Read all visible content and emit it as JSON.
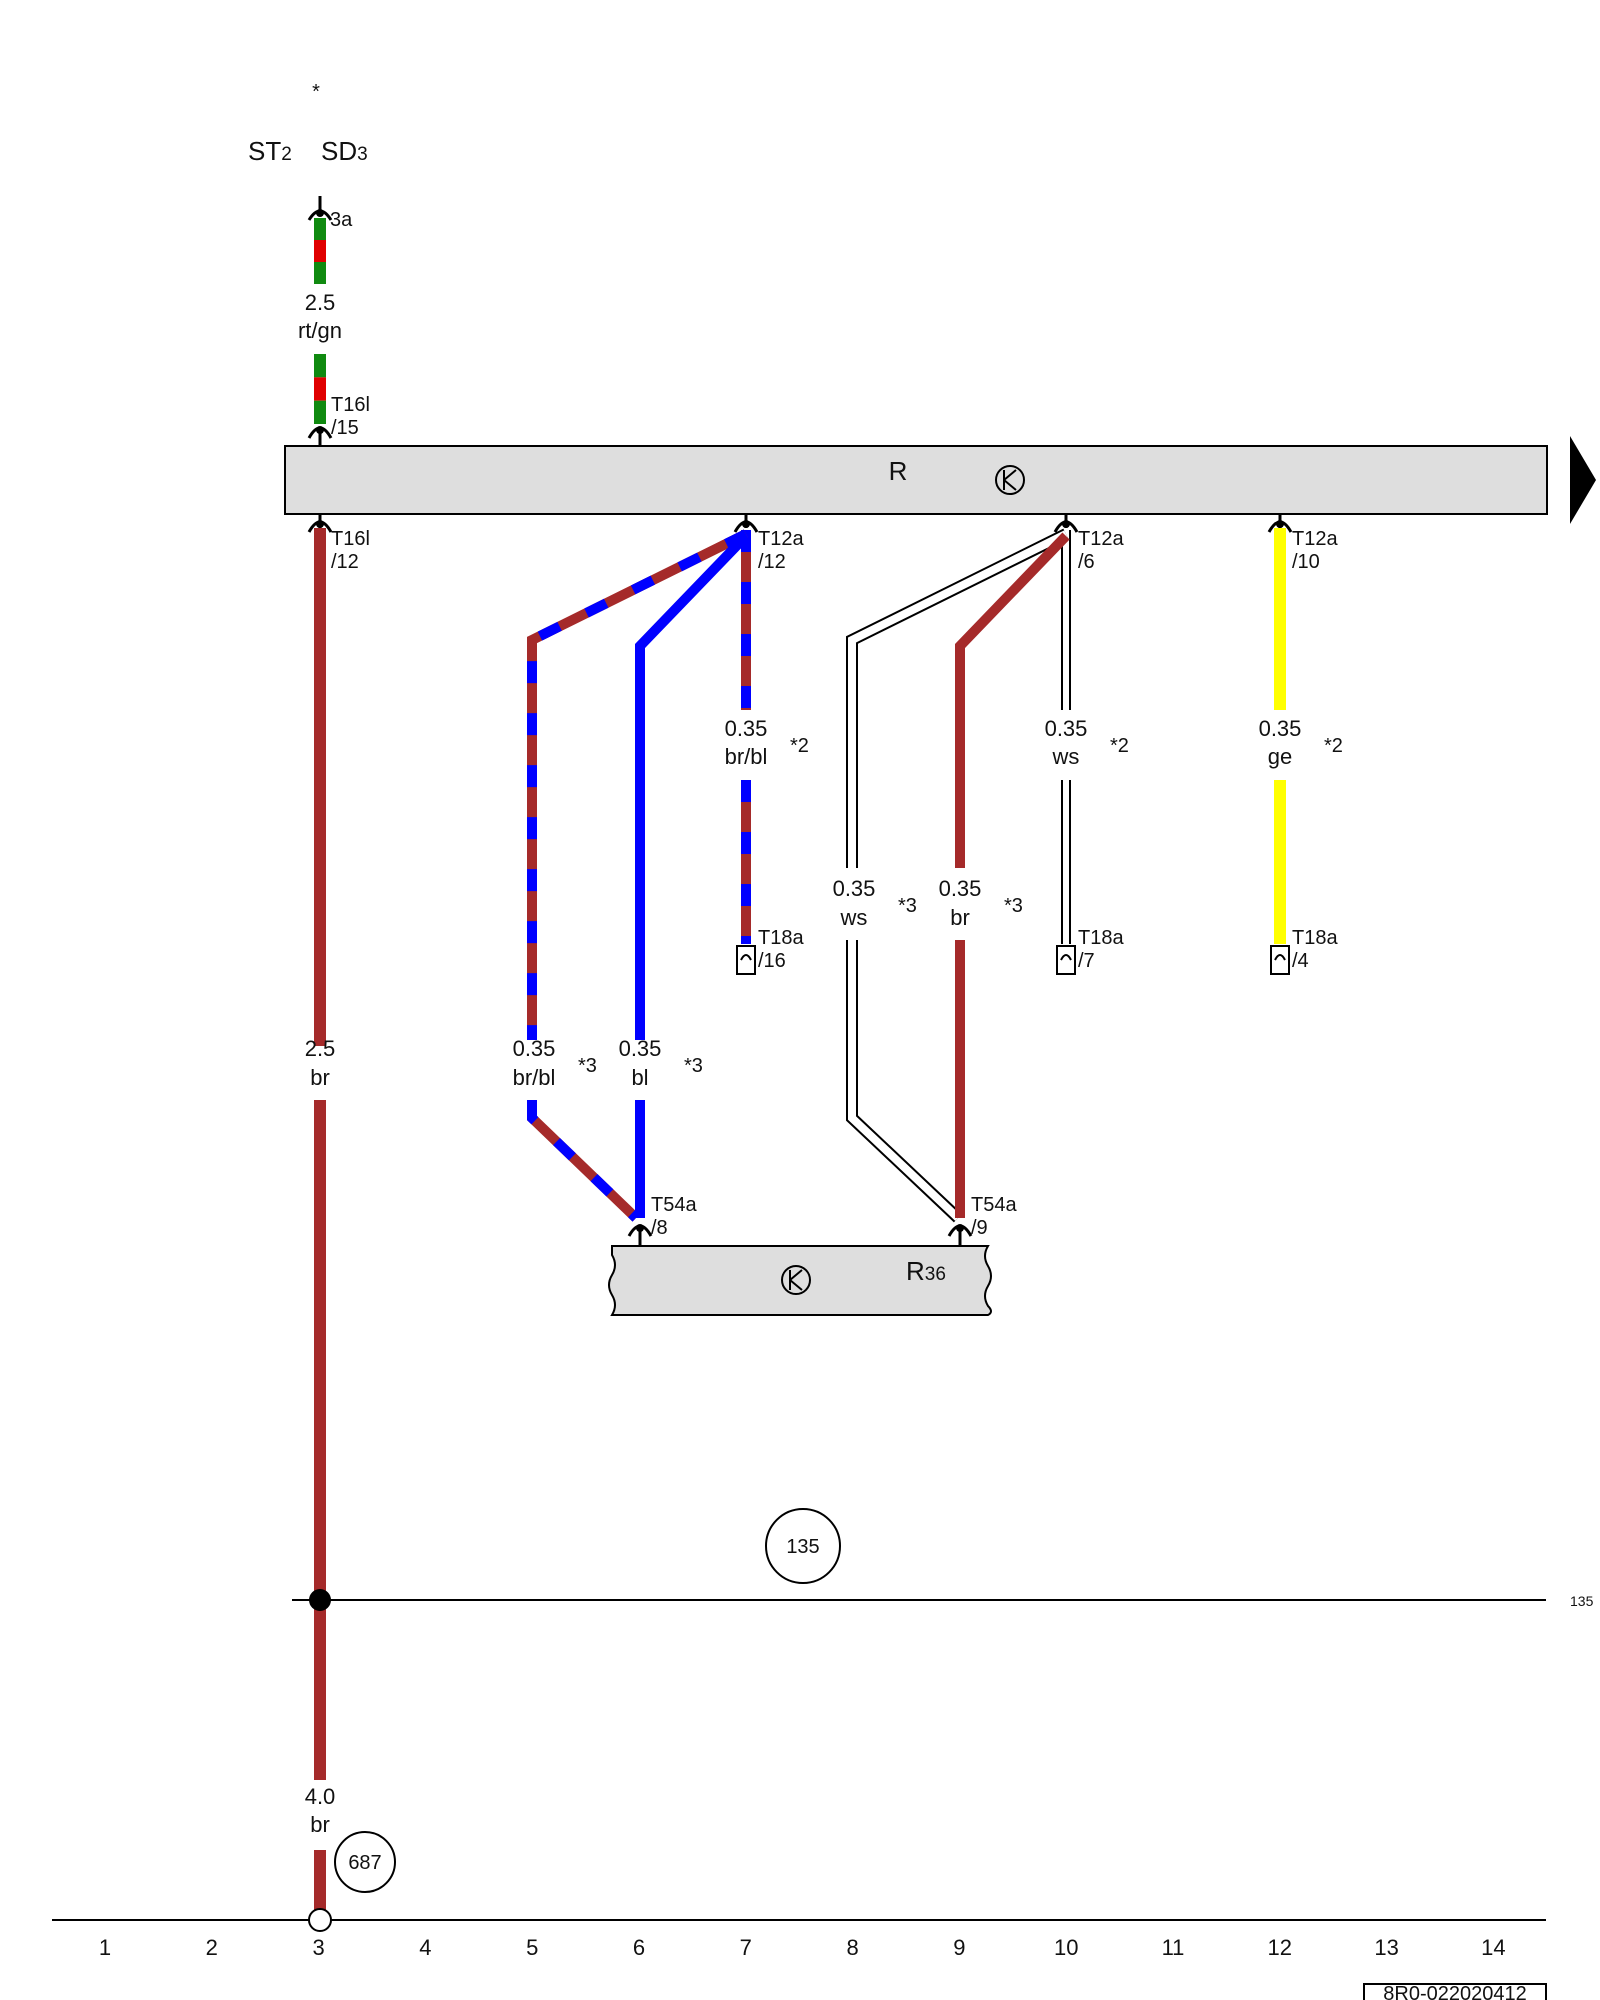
{
  "header": {
    "asterisk": "*",
    "st": "ST",
    "st_sub": "2",
    "sd": "SD",
    "sd_sub": "3",
    "pin_3a": "3a"
  },
  "top_wire": {
    "size": "2.5",
    "color_code": "rt/gn",
    "connector": "T16l",
    "pin": "/15",
    "colors": [
      "#e00000",
      "#108a10"
    ]
  },
  "component_r": {
    "label": "R"
  },
  "component_r36": {
    "label": "R",
    "sub": "36"
  },
  "connectors": {
    "t16l_12": {
      "name": "T16l",
      "pin": "/12"
    },
    "t12a_12": {
      "name": "T12a",
      "pin": "/12"
    },
    "t12a_6": {
      "name": "T12a",
      "pin": "/6"
    },
    "t12a_10": {
      "name": "T12a",
      "pin": "/10"
    },
    "t18a_16": {
      "name": "T18a",
      "pin": "/16"
    },
    "t18a_7": {
      "name": "T18a",
      "pin": "/7"
    },
    "t18a_4": {
      "name": "T18a",
      "pin": "/4"
    },
    "t54a_8": {
      "name": "T54a",
      "pin": "/8"
    },
    "t54a_9": {
      "name": "T54a",
      "pin": "/9"
    }
  },
  "wires": {
    "main_br": {
      "size": "2.5",
      "color_code": "br"
    },
    "w_brbl_12": {
      "size": "0.35",
      "color_code": "br/bl",
      "note": "*2"
    },
    "w_ws_6": {
      "size": "0.35",
      "color_code": "ws",
      "note": "*2"
    },
    "w_ge_10": {
      "size": "0.35",
      "color_code": "ge",
      "note": "*2"
    },
    "w_ws_9": {
      "size": "0.35",
      "color_code": "ws",
      "note": "*3"
    },
    "w_br_9": {
      "size": "0.35",
      "color_code": "br",
      "note": "*3"
    },
    "w_brbl_8": {
      "size": "0.35",
      "color_code": "br/bl",
      "note": "*3"
    },
    "w_bl_8": {
      "size": "0.35",
      "color_code": "bl",
      "note": "*3"
    },
    "bottom_br": {
      "size": "4.0",
      "color_code": "br"
    }
  },
  "ground": {
    "circle_135": "135",
    "right_ref": "135",
    "circle_687": "687"
  },
  "colors": {
    "brown": "#a52a2a",
    "blue": "#0000ff",
    "yellow": "#ffff00",
    "red": "#e00000",
    "green": "#108a10",
    "component_fill": "#dedede"
  },
  "grid_numbers": [
    "1",
    "2",
    "3",
    "4",
    "5",
    "6",
    "7",
    "8",
    "9",
    "10",
    "11",
    "12",
    "13",
    "14"
  ],
  "footer": {
    "code": "8R0-022020412"
  }
}
